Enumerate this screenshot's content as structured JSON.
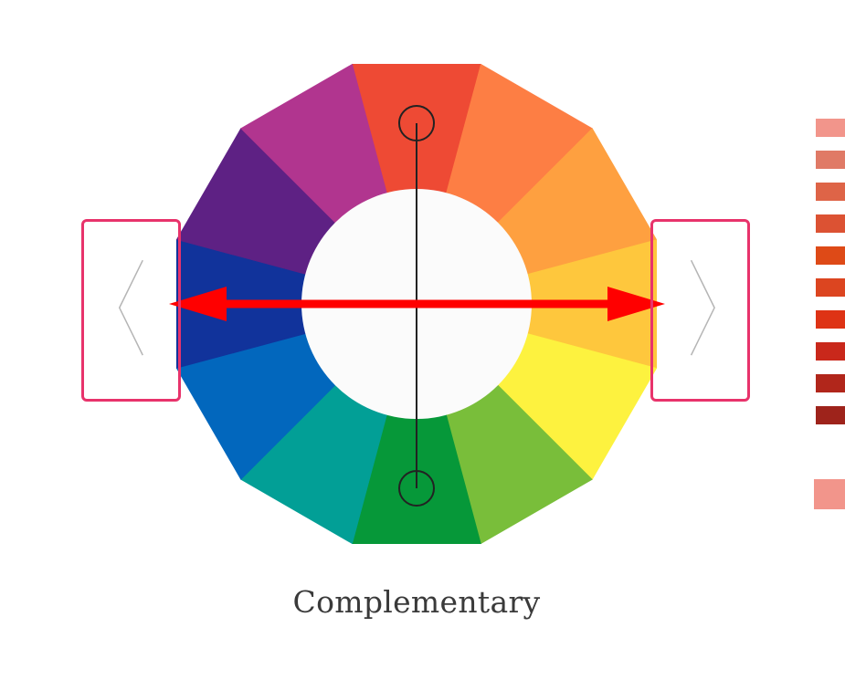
{
  "caption": "Complementary",
  "wheel": {
    "segments": [
      {
        "name": "red",
        "color": "#ee4a34"
      },
      {
        "name": "red-orange",
        "color": "#fd7e44"
      },
      {
        "name": "orange",
        "color": "#fea040"
      },
      {
        "name": "yellow-orange",
        "color": "#fec73d"
      },
      {
        "name": "yellow",
        "color": "#fdf23f"
      },
      {
        "name": "yellow-green",
        "color": "#79be3a"
      },
      {
        "name": "green",
        "color": "#069839"
      },
      {
        "name": "blue-green",
        "color": "#029f96"
      },
      {
        "name": "blue",
        "color": "#0267bd"
      },
      {
        "name": "blue-violet",
        "color": "#11339b"
      },
      {
        "name": "violet",
        "color": "#5e2184"
      },
      {
        "name": "red-violet",
        "color": "#b1358f"
      }
    ],
    "center_color": "#fbfbfb",
    "handle_stroke": "#222222"
  },
  "arrow_color": "#ff0000",
  "nav": {
    "border_color": "#e8336b",
    "chevron_color": "#b5b5b5"
  },
  "swatches": [
    {
      "color": "#f2958b"
    },
    {
      "color": "#e07a66"
    },
    {
      "color": "#de6447"
    },
    {
      "color": "#dc5233"
    },
    {
      "color": "#de4a17"
    },
    {
      "color": "#dc4520"
    },
    {
      "color": "#de3315"
    },
    {
      "color": "#c9281b"
    },
    {
      "color": "#b1261b"
    },
    {
      "color": "#9e231b"
    }
  ],
  "selected_swatch": {
    "color": "#f2958b"
  }
}
